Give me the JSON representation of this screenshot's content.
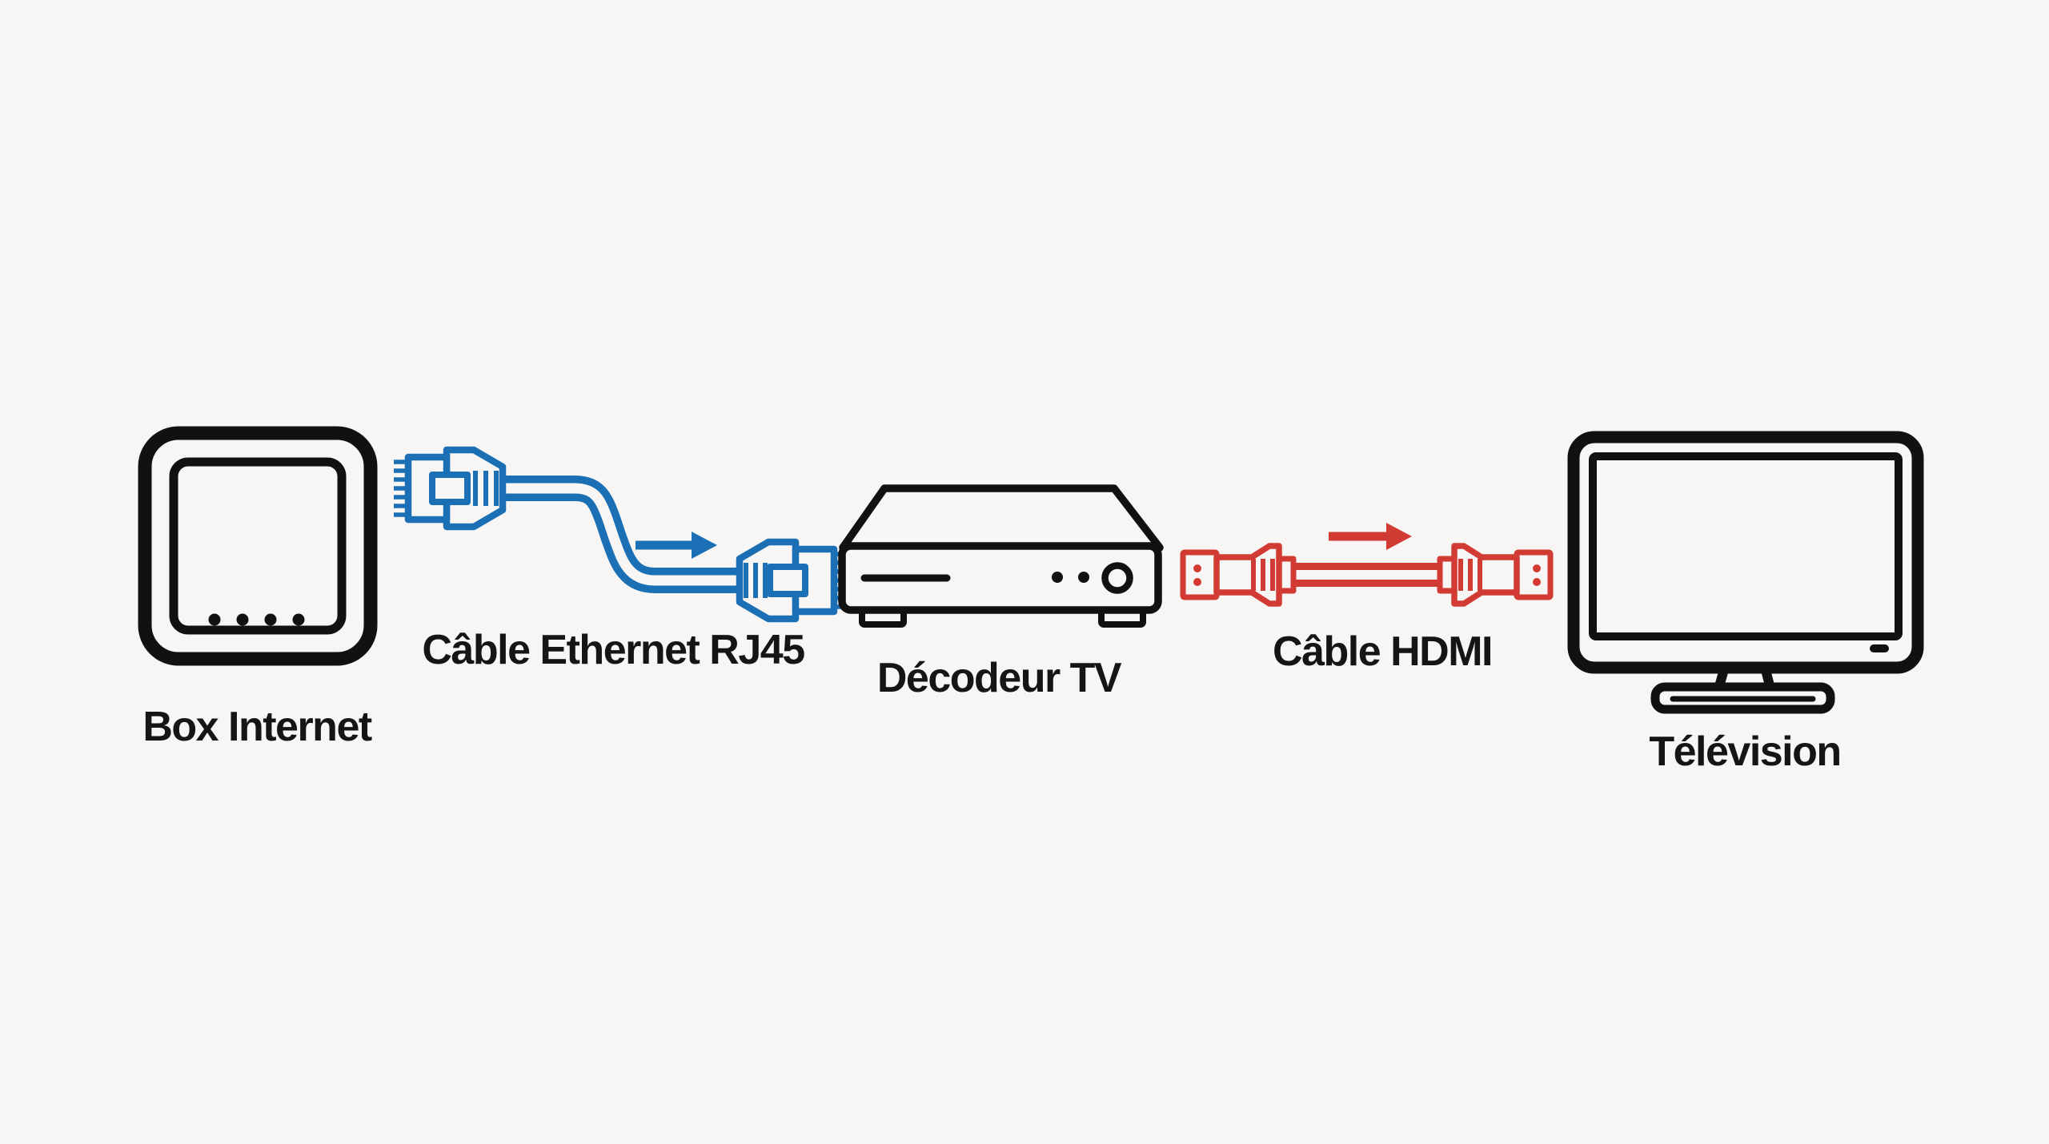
{
  "colors": {
    "background": "#f7f6f4",
    "outline": "#111111",
    "text": "#151515",
    "ethernet_blue": "#1a6fb5",
    "hdmi_red": "#d23b33"
  },
  "diagram": {
    "nodes": [
      {
        "id": "box_internet",
        "label": "Box Internet",
        "type": "router"
      },
      {
        "id": "decodeur_tv",
        "label": "Décodeur TV",
        "type": "set-top-box"
      },
      {
        "id": "television",
        "label": "Télévision",
        "type": "tv"
      }
    ],
    "cables": [
      {
        "id": "ethernet",
        "label": "Câble Ethernet RJ45",
        "from": "box_internet",
        "to": "decodeur_tv",
        "flow": "left-to-right"
      },
      {
        "id": "hdmi",
        "label": "Câble HDMI",
        "from": "decodeur_tv",
        "to": "television",
        "flow": "left-to-right"
      }
    ]
  }
}
